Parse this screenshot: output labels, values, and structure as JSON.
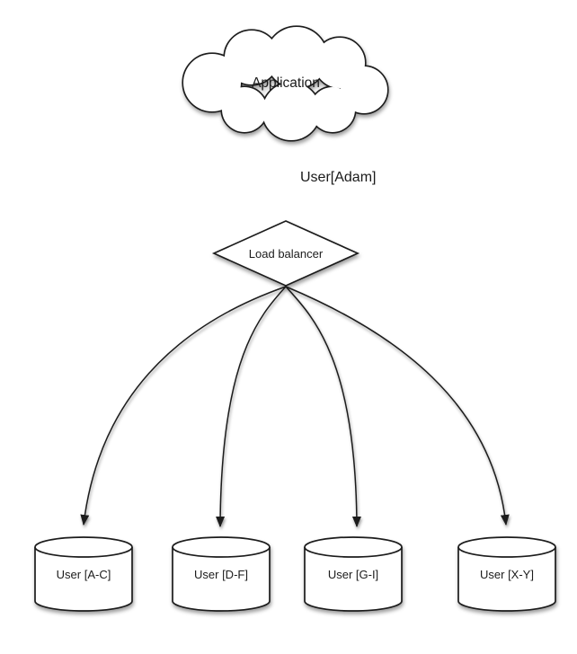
{
  "colors": {
    "stroke": "#1a1a1a",
    "shape_fill": "#ffffff",
    "text": "#1a1a1a",
    "background": "#ffffff"
  },
  "diagram": {
    "application": {
      "label": "Application",
      "shape": "cloud"
    },
    "request_label": "User[Adam]",
    "load_balancer": {
      "label": "Load balancer",
      "shape": "diamond"
    },
    "shards": [
      {
        "label": "User [A-C]",
        "shape": "cylinder"
      },
      {
        "label": "User [D-F]",
        "shape": "cylinder"
      },
      {
        "label": "User [G-I]",
        "shape": "cylinder"
      },
      {
        "label": "User [X-Y]",
        "shape": "cylinder"
      }
    ]
  }
}
